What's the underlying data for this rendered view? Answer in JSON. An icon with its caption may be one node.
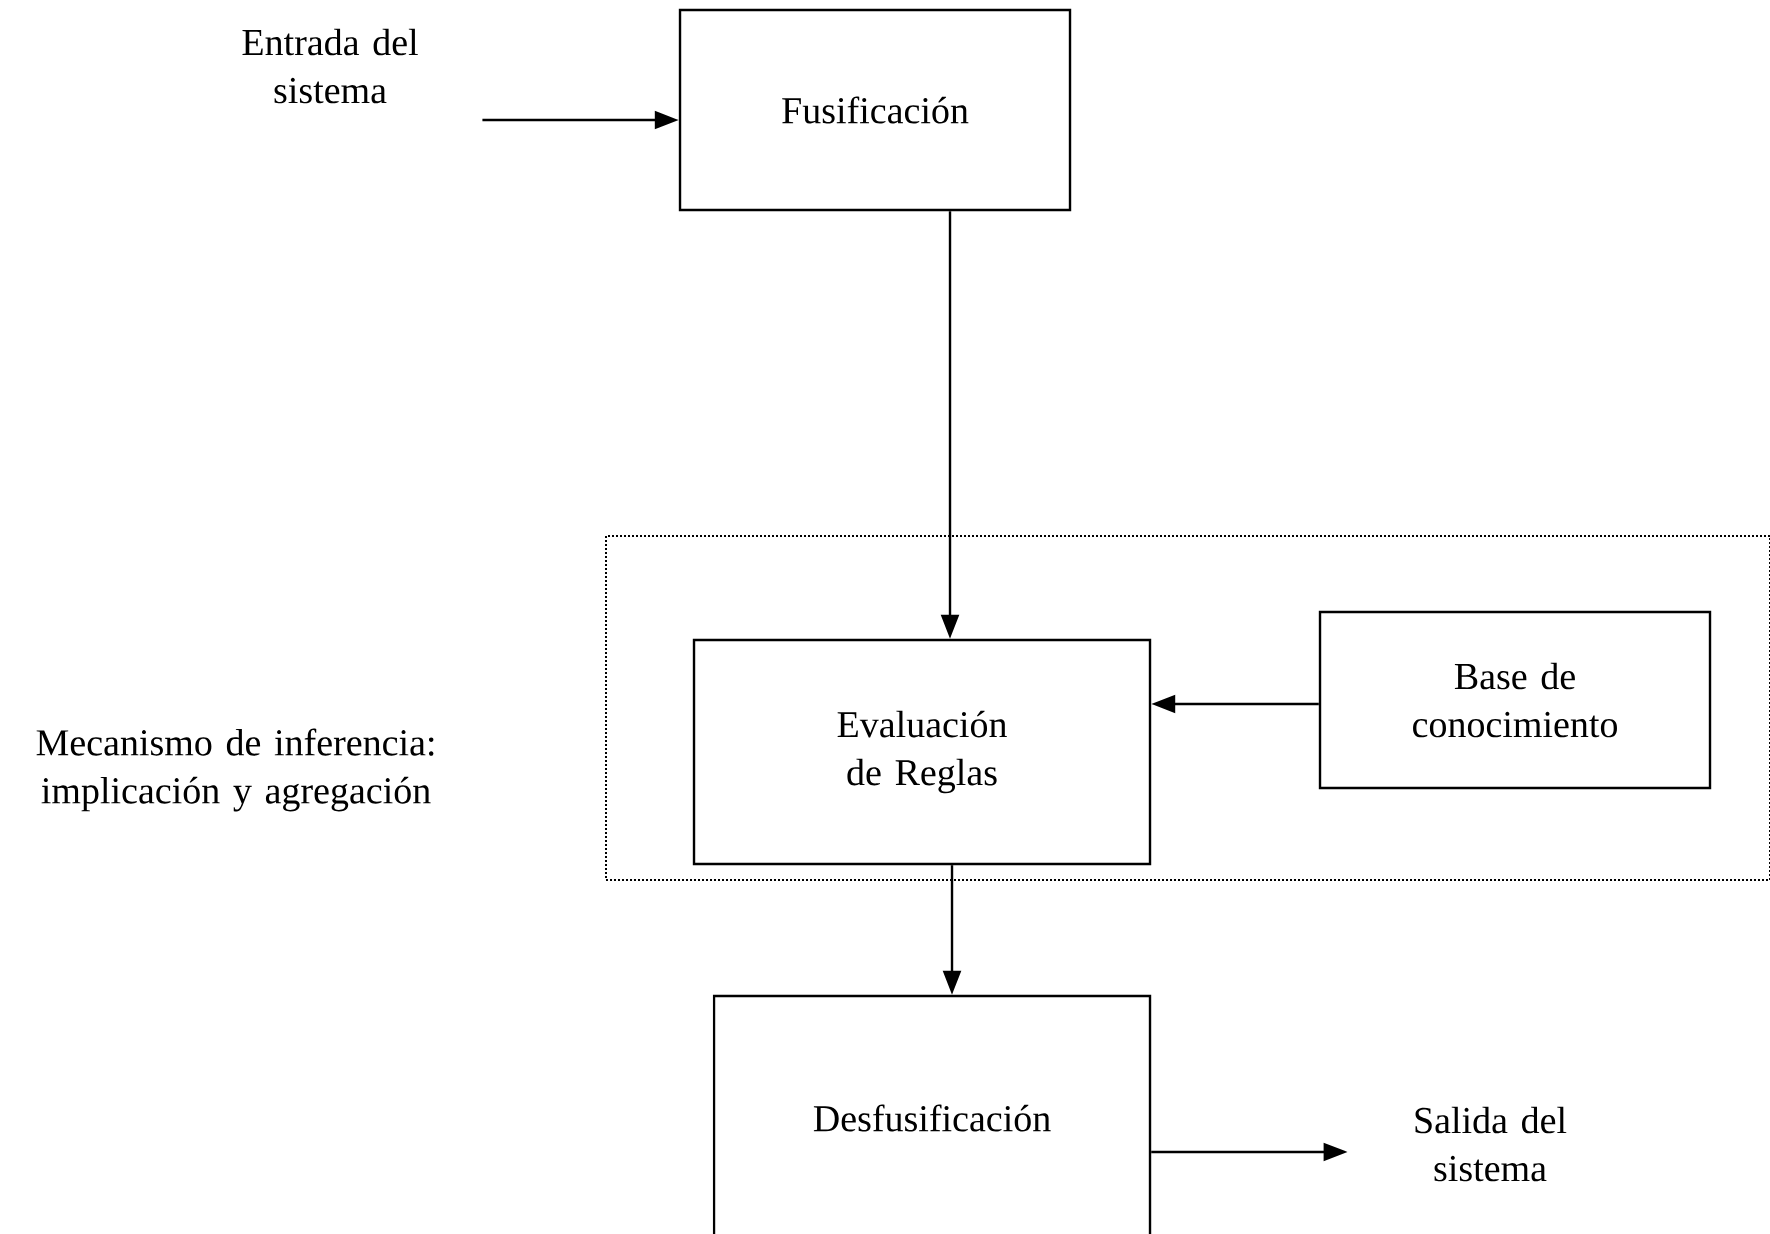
{
  "diagram": {
    "nodes": [
      {
        "text": [
          "Entrada del sistema"
        ]
      },
      {
        "text": [
          "Fusificación"
        ]
      },
      {
        "text": [
          "Mecanismo de inferencia: implicación y agregación"
        ]
      },
      {
        "text": [
          "Evaluación de Reglas"
        ],
        "in": 2
      },
      {
        "text": [
          "Base de conocimiento"
        ],
        "in": 2
      },
      {
        "text": [
          "Desfusificación"
        ]
      },
      {
        "text": [
          "Salida del sistema"
        ]
      }
    ],
    "edges": [
      {
        "from": 0,
        "to": 1,
        "arrow": "to"
      },
      {
        "from": 1,
        "to": 3,
        "arrow": "to"
      },
      {
        "from": 4,
        "to": 3,
        "arrow": "to"
      },
      {
        "from": 3,
        "to": 5,
        "arrow": "to"
      },
      {
        "from": 5,
        "to": 6,
        "arrow": "to"
      }
    ]
  }
}
